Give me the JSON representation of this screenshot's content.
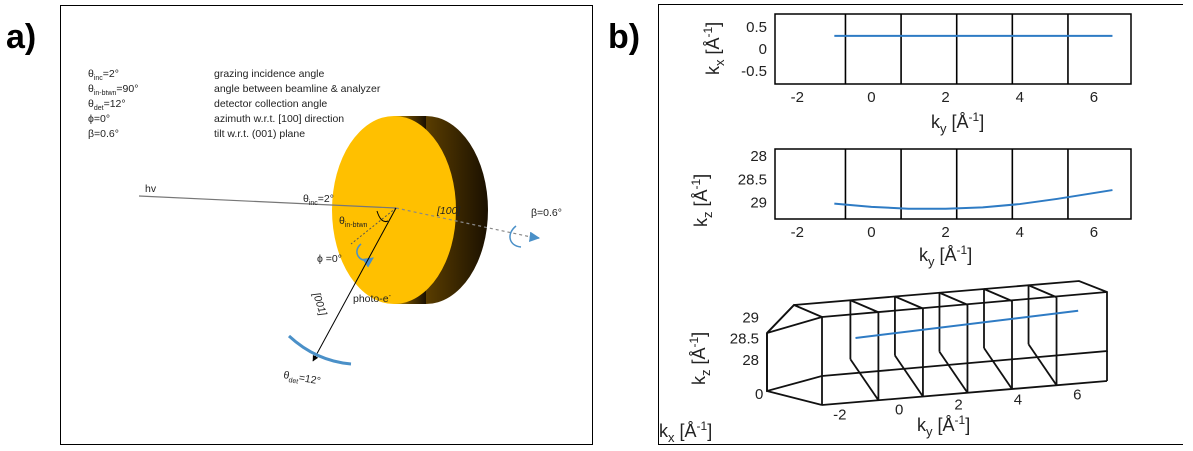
{
  "panel_a": {
    "letter": "a)",
    "legend": [
      {
        "sym": "θ",
        "sub": "inc",
        "val": "=2°",
        "desc": "grazing incidence angle"
      },
      {
        "sym": "θ",
        "sub": "in-btwn",
        "val": "=90°",
        "desc": "angle between beamline & analyzer"
      },
      {
        "sym": "θ",
        "sub": "det",
        "val": "=12°",
        "desc": "detector collection angle"
      },
      {
        "sym": "ϕ",
        "sub": "",
        "val": "=0°",
        "desc": "azimuth w.r.t. [100] direction"
      },
      {
        "sym": "β",
        "sub": "",
        "val": "=0.6°",
        "desc": "tilt w.r.t. (001) plane"
      }
    ],
    "labels": {
      "hv": "hv",
      "theta_inc": {
        "sym": "θ",
        "sub": "inc",
        "val": "=2°"
      },
      "theta_btwn": {
        "sym": "θ",
        "sub": "in-btwn"
      },
      "dir100": "[100]",
      "beta": "β=0.6°",
      "phi": "ϕ =0°",
      "dir001": "[001]",
      "photo": "photo-e",
      "photo_sup": "-",
      "theta_det": {
        "sym": "θ",
        "sub": "det",
        "val": "=12°"
      }
    },
    "colors": {
      "disk": "#FFC000",
      "disk_edge": "#3a2a00",
      "arrow": "#4a90c8",
      "detector": "#4a90c8"
    }
  },
  "panel_b": {
    "letter": "b)",
    "chart_data": [
      {
        "type": "line",
        "xlabel": "k_y [Å^-1]",
        "ylabel": "k_x [Å^-1]",
        "xticks": [
          "-2",
          "0",
          "2",
          "4",
          "6"
        ],
        "yticks": [
          "-0.5",
          "0",
          "0.5"
        ],
        "xlim": [
          -2.6,
          7.0
        ],
        "ylim": [
          0.8,
          -0.8
        ],
        "series": [
          {
            "x": [
              -1.0,
              6.5
            ],
            "y": [
              0.3,
              0.3
            ]
          }
        ],
        "vertical_lines": [
          -0.7,
          0.8,
          2.3,
          3.8,
          5.3
        ]
      },
      {
        "type": "line",
        "xlabel": "k_y [Å^-1]",
        "ylabel": "k_z [Å^-1]",
        "xticks": [
          "-2",
          "0",
          "2",
          "4",
          "6"
        ],
        "yticks": [
          "29",
          "28.5",
          "28"
        ],
        "xlim": [
          -2.6,
          7.0
        ],
        "ylim": [
          27.85,
          29.35
        ],
        "series": [
          {
            "x": [
              -1.0,
              0.0,
              1.0,
              2.0,
              3.0,
              4.0,
              5.0,
              6.5
            ],
            "y": [
              29.02,
              29.09,
              29.13,
              29.13,
              29.1,
              29.03,
              28.92,
              28.73
            ]
          }
        ],
        "vertical_lines": [
          -0.7,
          0.8,
          2.3,
          3.8,
          5.3
        ]
      },
      {
        "type": "line",
        "xlabel": "k_y [Å^-1]",
        "ylabel": "k_z [Å^-1]",
        "zlabel": "k_x [Å^-1]",
        "xticks": [
          "-2",
          "0",
          "2",
          "4",
          "6"
        ],
        "yticks": [
          "29",
          "28.5",
          "28"
        ],
        "zticks": [
          "0"
        ],
        "series": [
          {
            "x": [
              -1.0,
              6.5
            ],
            "y": [
              28.85,
              29.05
            ]
          }
        ]
      }
    ],
    "colors": {
      "line": "#2e7bc4"
    }
  }
}
